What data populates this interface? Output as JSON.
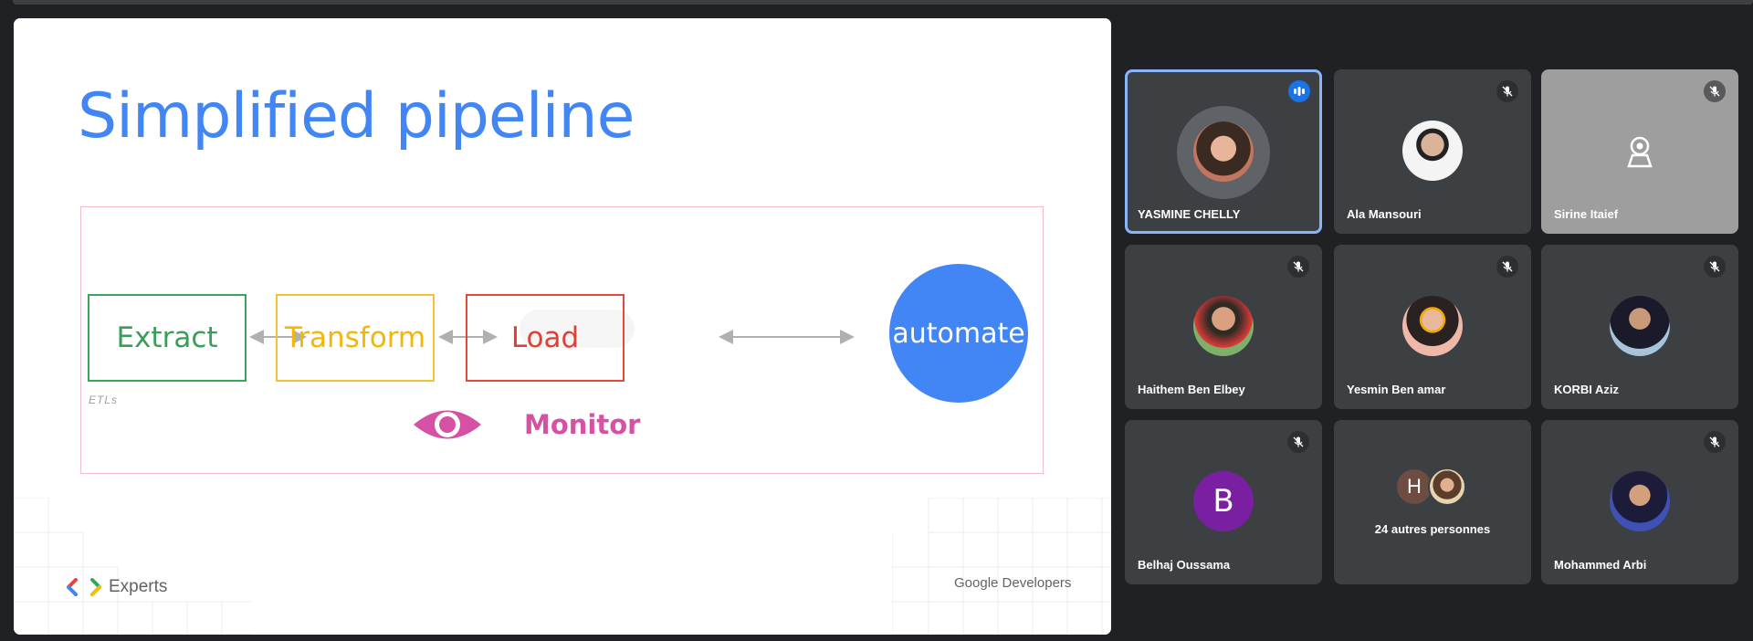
{
  "slide": {
    "title": "Simplified pipeline",
    "boxes": {
      "extract": "Extract",
      "transform": "Transform",
      "load": "Load"
    },
    "circle_label": "automate",
    "etls_label": "ETLs",
    "monitor_label": "Monitor",
    "footer_left": "Experts",
    "footer_right": "Google Developers"
  },
  "participants": [
    {
      "name": "YASMINE CHELLY",
      "state": "speaking",
      "avatar_color": "#c2765f"
    },
    {
      "name": "Ala Mansouri",
      "state": "muted",
      "avatar_color": "#e8e8e8"
    },
    {
      "name": "Sirine Itaief",
      "state": "muted-camera-off"
    },
    {
      "name": "Haithem Ben Elbey",
      "state": "muted",
      "avatar_color": "#7fb069"
    },
    {
      "name": "Yesmin Ben amar",
      "state": "muted",
      "avatar_color": "#f0b8a8"
    },
    {
      "name": "KORBI Aziz",
      "state": "muted",
      "avatar_color": "#a7c4da"
    },
    {
      "name": "Belhaj Oussama",
      "state": "muted",
      "avatar_letter": "B",
      "avatar_color": "#7b1fa2"
    },
    {
      "others_count_label": "24 autres personnes",
      "mini_letter": "H",
      "mini_color": "#6d4c41"
    },
    {
      "name": "Mohammed Arbi",
      "state": "muted",
      "avatar_color": "#3f51b5"
    }
  ],
  "colors": {
    "background": "#202124",
    "tile": "#3c4043",
    "speaking_indicator": "#1a73e8",
    "active_border": "#8ab4f8"
  }
}
